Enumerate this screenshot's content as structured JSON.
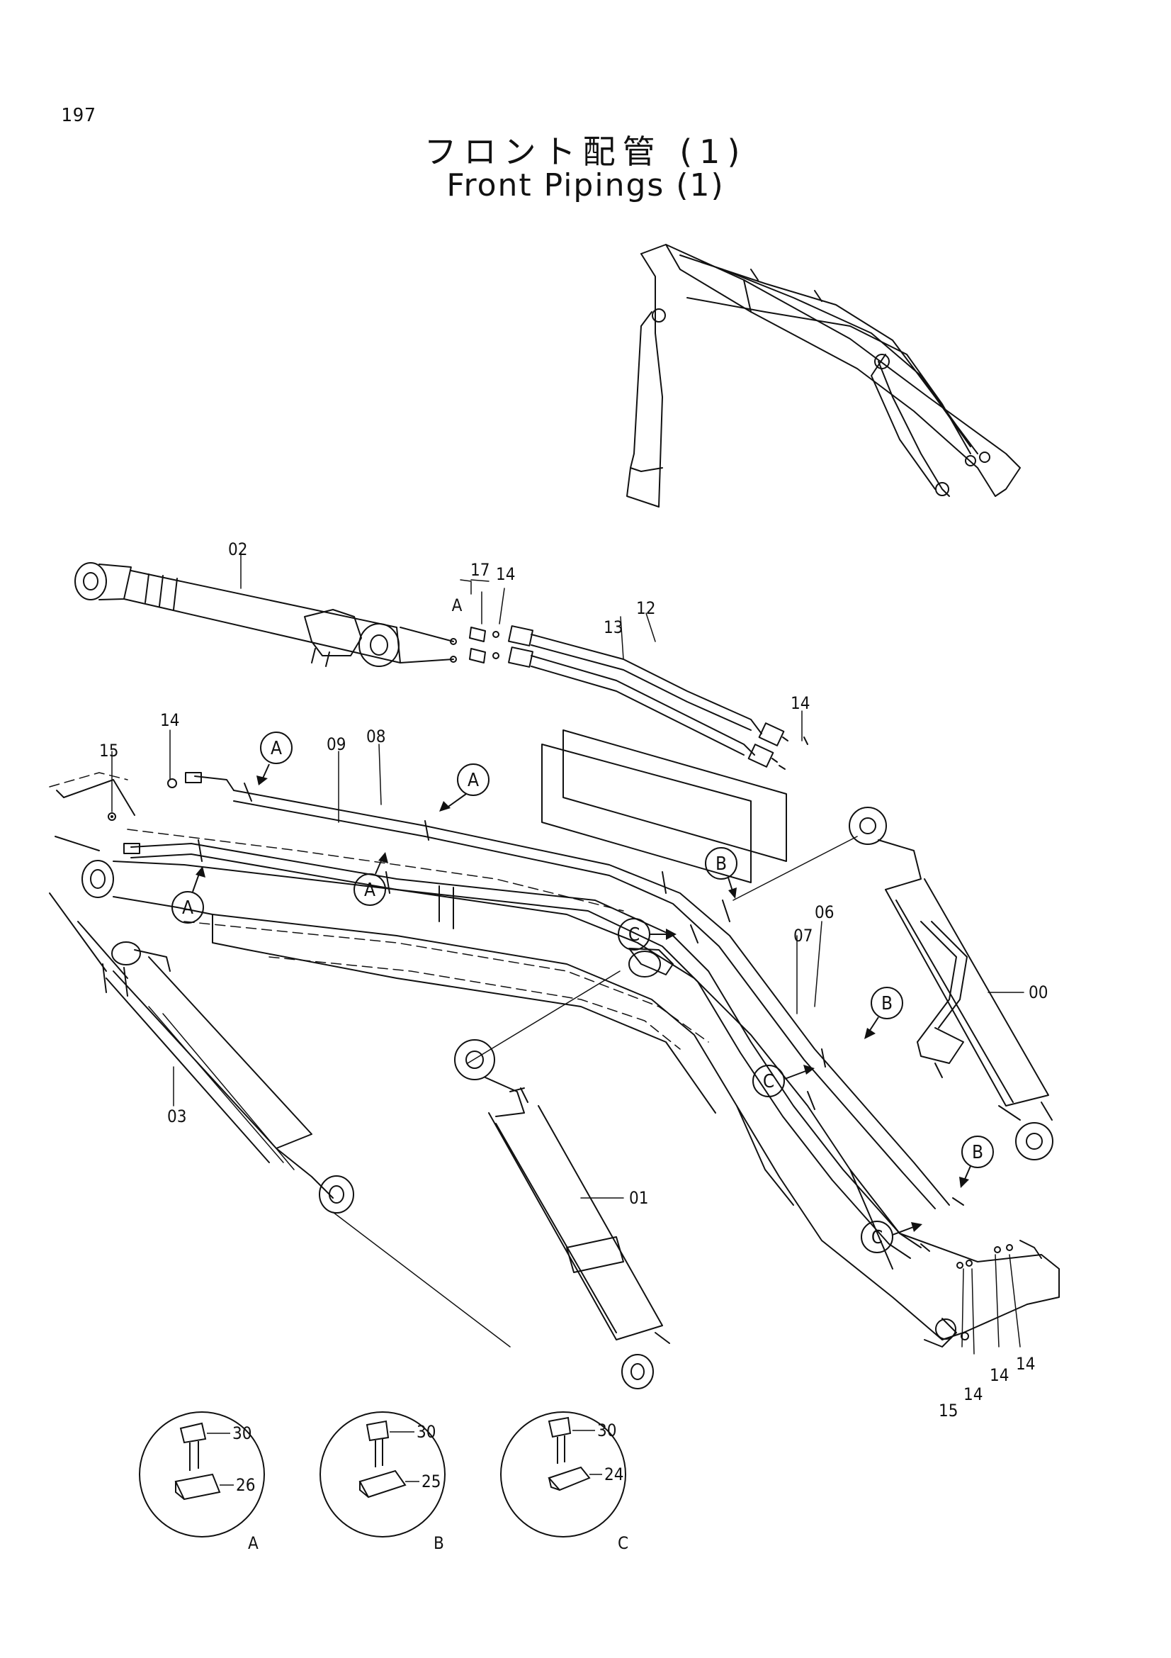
{
  "page_number": "197",
  "title_jp": "フロント配管 (1)",
  "title_en": "Front Pipings (1)",
  "part_labels": {
    "p00": "00",
    "p01": "01",
    "p02": "02",
    "p03": "03",
    "p06": "06",
    "p07": "07",
    "p08": "08",
    "p09": "09",
    "p12": "12",
    "p13": "13",
    "p14a": "14",
    "p14b": "14",
    "p14c": "14",
    "p14d": "14",
    "p14e": "14",
    "p14f": "14",
    "p15a": "15",
    "p15b": "15",
    "p17": "17"
  },
  "callouts": {
    "a1": "A",
    "a2": "A",
    "a3": "A",
    "a4": "A",
    "a_small": "A",
    "b1": "B",
    "b2": "B",
    "b3": "B",
    "c1": "C",
    "c2": "C",
    "c3": "C"
  },
  "details": [
    {
      "id": "A",
      "bolt": "30",
      "clamp": "26"
    },
    {
      "id": "B",
      "bolt": "30",
      "clamp": "25"
    },
    {
      "id": "C",
      "bolt": "30",
      "clamp": "24"
    }
  ]
}
